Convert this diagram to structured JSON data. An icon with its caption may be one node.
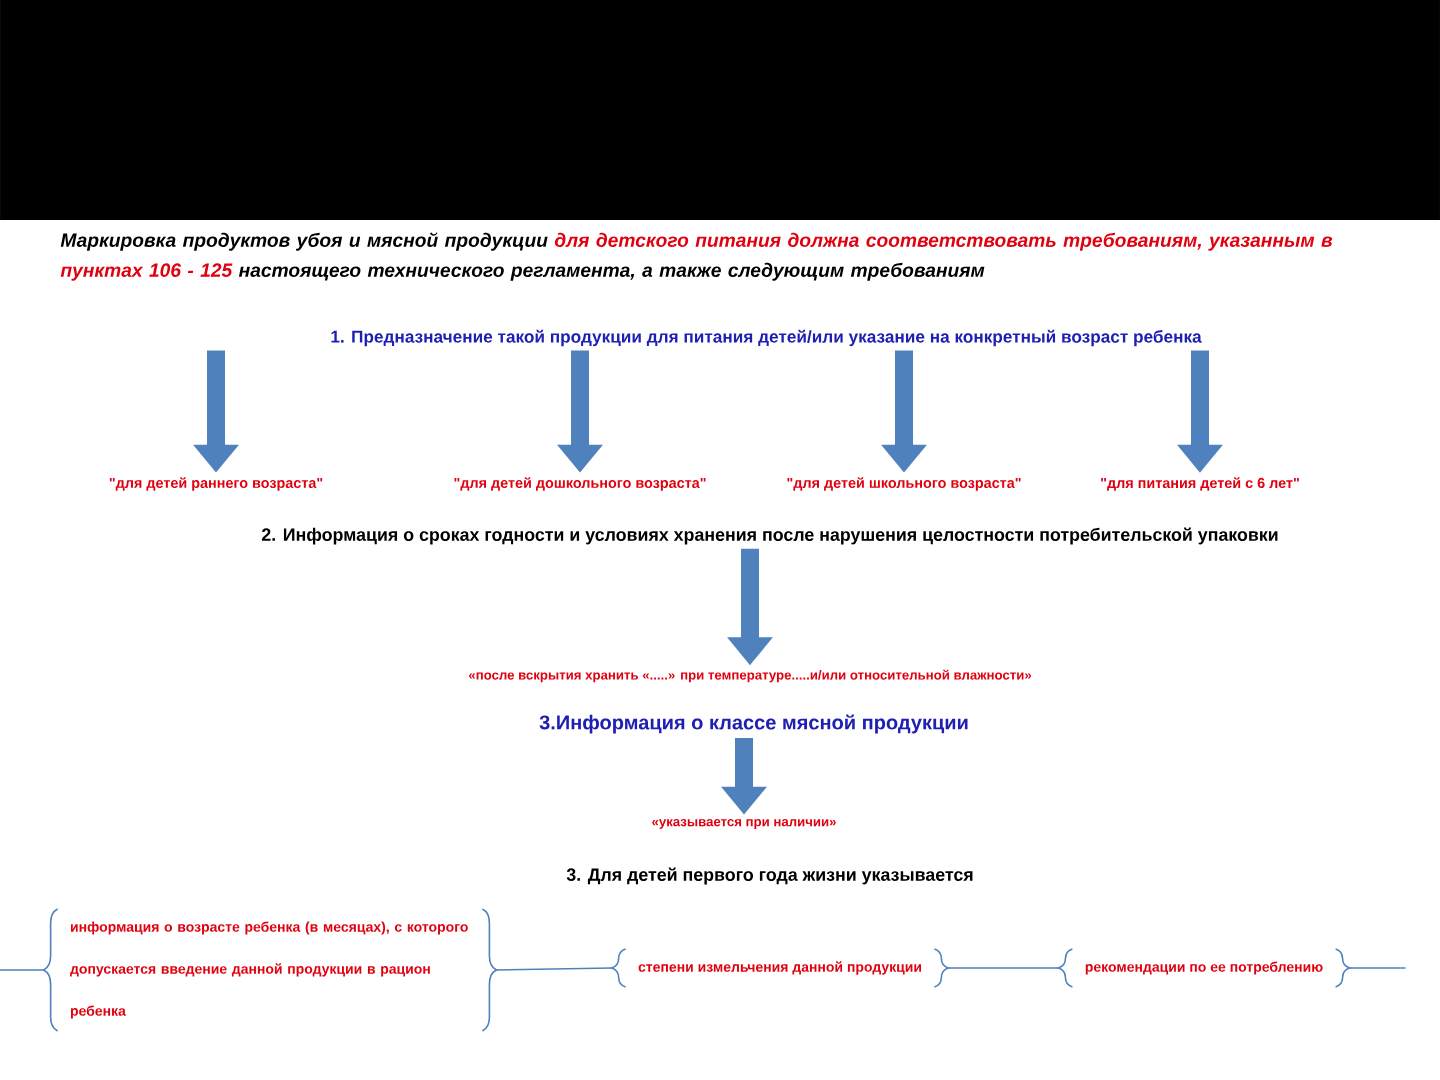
{
  "diagram": {
    "nodes": [
      {
        "text": [
          "1.  Предназначение такой продукции для питания детей/или  указание на конкретный возраст ребенка"
        ]
      },
      {
        "text": [
          "\"для детей раннего возраста\""
        ]
      },
      {
        "text": [
          "\"для детей дошкольного возраста\""
        ]
      },
      {
        "text": [
          "\"для детей школьного возраста\""
        ]
      },
      {
        "text": [
          "\"для питания детей с 6 лет\""
        ]
      },
      {
        "text": [
          "2.  Информация о сроках годности и условиях хранения после нарушения целостности потребительской упаковки"
        ]
      },
      {
        "text": [
          "«после вскрытия хранить «.....» при температуре.....и/или относительной влажности»"
        ]
      },
      {
        "text": [
          "3.Информация о классе мясной продукции"
        ]
      },
      {
        "text": [
          "«указывается при наличии»"
        ]
      },
      {
        "text": [
          "информация о возрасте ребенка (в месяцах), с которого допускается введение данной продукции в рацион ребенка"
        ]
      },
      {
        "text": [
          "степени измельчения данной продукции"
        ]
      },
      {
        "text": [
          "рекомендации по ее потреблению"
        ]
      }
    ],
    "edges": [
      {
        "from": 0,
        "to": 1,
        "arrow": "to"
      },
      {
        "from": 0,
        "to": 2,
        "arrow": "to"
      },
      {
        "from": 0,
        "to": 3,
        "arrow": "to"
      },
      {
        "from": 0,
        "to": 4,
        "arrow": "to"
      },
      {
        "from": 5,
        "to": 6,
        "arrow": "to"
      },
      {
        "from": 7,
        "to": 8,
        "arrow": "to"
      },
      {
        "from": null,
        "to": 9,
        "arrow": "none"
      },
      {
        "from": 9,
        "to": 10,
        "arrow": "none"
      },
      {
        "from": 10,
        "to": 11,
        "arrow": "none"
      },
      {
        "from": 11,
        "to": null,
        "arrow": "none"
      }
    ],
    "labels": [
      "Маркировка продуктов убоя и мясной продукции",
      "для детского питания должна соответствовать требованиям, указанным в пунктах 106 - 125",
      "настоящего технического регламента, а также следующим требованиям",
      "3.  Для детей первого года жизни указывается"
    ]
  }
}
